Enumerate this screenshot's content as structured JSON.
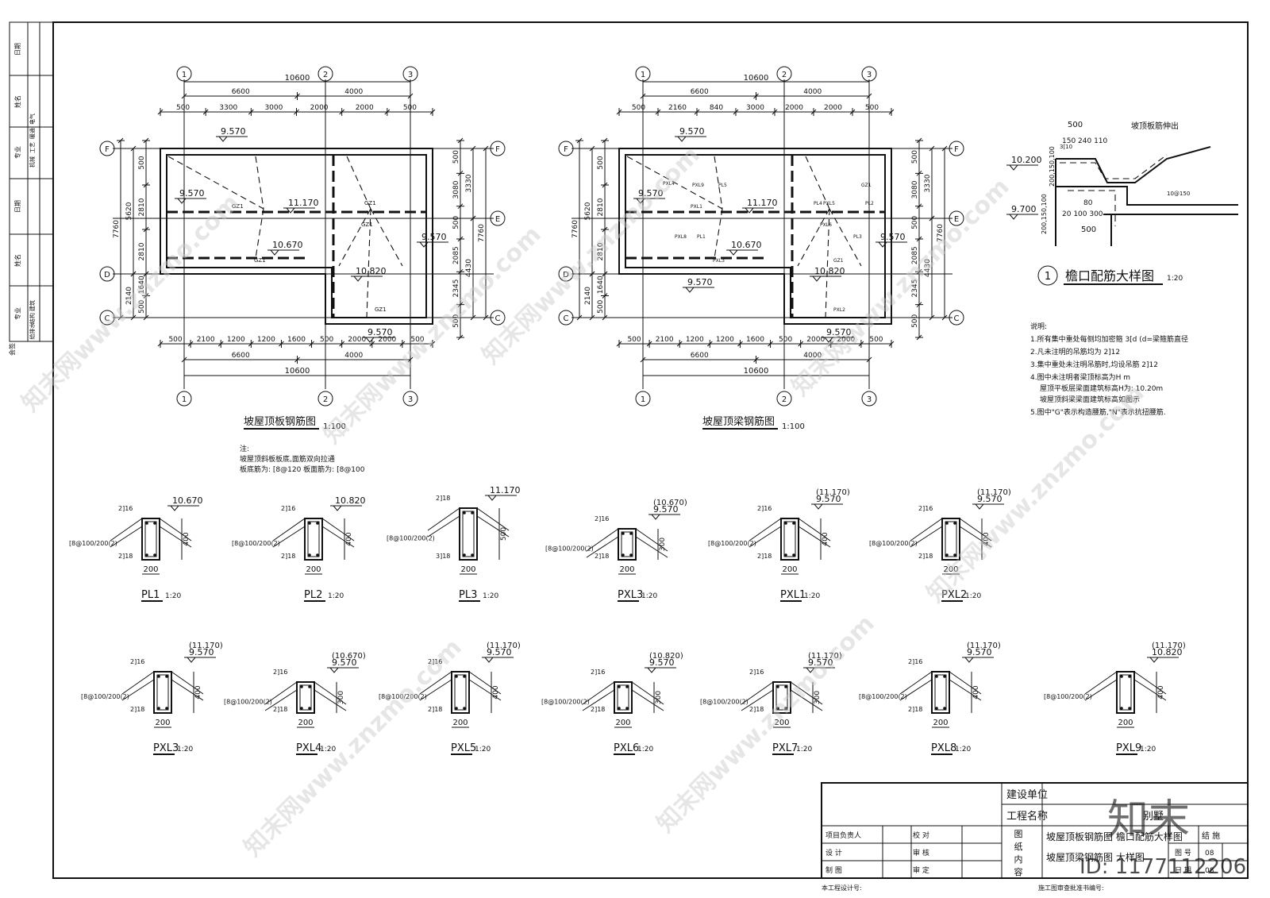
{
  "title_block": {
    "client_label": "建设单位",
    "project_label": "工程名称",
    "project_value": "别墅",
    "content_label": "图纸内容",
    "content_line1": "坡屋顶板钢筋图 檐口配筋大样图",
    "content_line2": "坡屋顶梁钢筋图 大样图",
    "roles": [
      "项目负责人",
      "设 计",
      "制 图"
    ],
    "checks": [
      "校 对",
      "审 核",
      "审 定"
    ],
    "category_value": "结 施",
    "drawing_no_label": "图 号",
    "drawing_no_value": "08",
    "date_label": "日 期",
    "date_value": "08",
    "project_no_label": "本工程设计号:",
    "approval_label": "施工图审查批准书编号:"
  },
  "sign_column": {
    "labels": [
      "日期",
      "姓名",
      "专业",
      "日期",
      "姓名",
      "专业",
      "会签"
    ],
    "trades_top": [
      "电气",
      "暖通",
      "工艺",
      "机械"
    ],
    "trades_bottom": [
      "建筑",
      "结构",
      "给排水"
    ]
  },
  "plan_left": {
    "title": "坡屋顶板钢筋图",
    "scale": "1:100",
    "axes_top": [
      "1",
      "2",
      "3"
    ],
    "axes_side": [
      "F",
      "E",
      "D",
      "C"
    ],
    "dims_top_total": "10600",
    "dims_top_mid": [
      "6600",
      "4000"
    ],
    "dims_top_detail": [
      "500",
      "3300",
      "3000",
      "2000",
      "2000",
      "500"
    ],
    "dims_bottom_detail": [
      "500",
      "2100",
      "1200",
      "1200",
      "1600",
      "500",
      "2000",
      "2000",
      "500"
    ],
    "dims_bottom_mid": [
      "6600",
      "4000"
    ],
    "dims_bottom_total": "10600",
    "dims_left": [
      "7760",
      "5620",
      "2140",
      "2810",
      "2810",
      "1640",
      "500",
      "500"
    ],
    "dims_right": [
      "7760",
      "3330",
      "4430",
      "500",
      "3080",
      "500",
      "2085",
      "2345",
      "500"
    ],
    "elevations": [
      "9.570",
      "9.570",
      "11.170",
      "10.670",
      "10.820",
      "9.570",
      "9.570"
    ],
    "tags": [
      "GZ1",
      "GZ1",
      "GZ1",
      "GZ1",
      "GZ1"
    ],
    "notes": [
      "注:",
      "坡屋顶斜板板底,面筋双向拉通",
      "板底筋为: [8@120 板面筋为: [8@100"
    ]
  },
  "plan_right": {
    "title": "坡屋顶梁钢筋图",
    "scale": "1:100",
    "axes_top": [
      "1",
      "2",
      "3"
    ],
    "axes_side": [
      "F",
      "E",
      "D",
      "C"
    ],
    "dims_top_total": "10600",
    "dims_top_mid": [
      "6600",
      "4000"
    ],
    "dims_top_detail": [
      "500",
      "2160",
      "840",
      "3000",
      "2000",
      "2000",
      "500"
    ],
    "dims_bottom_detail": [
      "500",
      "2100",
      "1200",
      "1200",
      "1600",
      "500",
      "2000",
      "2000",
      "500"
    ],
    "dims_bottom_mid": [
      "6600",
      "4000"
    ],
    "dims_bottom_total": "10600",
    "dims_left": [
      "7760",
      "5620",
      "2140",
      "2810",
      "2810",
      "1640",
      "500",
      "500"
    ],
    "dims_right": [
      "7760",
      "3330",
      "4430",
      "500",
      "3080",
      "500",
      "2085",
      "2345",
      "500"
    ],
    "elevations": [
      "9.570",
      "9.570",
      "11.170",
      "10.670",
      "10.820",
      "9.570",
      "9.570",
      "9.570"
    ],
    "tags": [
      "PXL1",
      "PXL3",
      "PXL5",
      "PXL6",
      "PXL2",
      "PXL4",
      "PXL8",
      "PXL9",
      "PL1",
      "PL2",
      "PL3",
      "PL4",
      "PL5",
      "GZ1",
      "GZ1"
    ]
  },
  "eave_detail": {
    "title": "檐口配筋大样图",
    "scale": "1:20",
    "num": "1",
    "labels": [
      "500",
      "150",
      "240",
      "110",
      "10.200",
      "9.700",
      "80",
      "20",
      "100",
      "300",
      "500",
      "200,150,100",
      "200,150,100",
      "坡顶板筋伸出",
      "10@150",
      "3[10"
    ]
  },
  "notes": {
    "heading": "说明:",
    "items": [
      "1.所有集中重处每侧均加密箍 3[d  (d=梁箍筋直径",
      "2.凡未注明的吊筋均为 2]12",
      "3.集中重处未注明吊筋时,均设吊筋 2]12",
      "4.图中未注明者梁顶标高为H m",
      "屋顶平板层梁面建筑标高H为: 10.20m",
      "坡屋顶斜梁梁面建筑标高如图示",
      "5.图中\"G\"表示构造腰筋,\"N\"表示抗扭腰筋."
    ]
  },
  "sections_row1": [
    {
      "name": "PL1",
      "scale": "1:20",
      "elev": "10.670",
      "elev2": "",
      "depth": "400",
      "width": "200",
      "top": "2]16",
      "bot": "2]18",
      "stirrup": "[8@100/200(2)"
    },
    {
      "name": "PL2",
      "scale": "1:20",
      "elev": "10.820",
      "elev2": "",
      "depth": "400",
      "width": "200",
      "top": "2]16",
      "bot": "2]18",
      "stirrup": "[8@100/200(2)"
    },
    {
      "name": "PL3",
      "scale": "1:20",
      "elev": "11.170",
      "elev2": "",
      "depth": "500",
      "width": "200",
      "top": "2]18",
      "bot": "3]18",
      "stirrup": "[8@100/200(2)"
    },
    {
      "name": "PXL3",
      "scale": "1:20",
      "elev": "(10.670)",
      "elev2": "9.570",
      "depth": "300",
      "width": "200",
      "top": "2]16",
      "bot": "2]18",
      "stirrup": "[8@100/200(2)"
    },
    {
      "name": "PXL1",
      "scale": "1:20",
      "elev": "(11.170)",
      "elev2": "9.570",
      "depth": "400",
      "width": "200",
      "top": "2]16",
      "bot": "2]18",
      "stirrup": "[8@100/200(2)"
    },
    {
      "name": "PXL2",
      "scale": "1:20",
      "elev": "(11.170)",
      "elev2": "9.570",
      "depth": "400",
      "width": "200",
      "top": "2]16",
      "bot": "2]18",
      "stirrup": "[8@100/200(2)"
    }
  ],
  "sections_row2": [
    {
      "name": "PXL3",
      "scale": "1:20",
      "elev": "(11.170)",
      "elev2": "9.570",
      "depth": "400",
      "width": "200",
      "top": "2]16",
      "bot": "2]18",
      "stirrup": "[8@100/200(2)"
    },
    {
      "name": "PXL4",
      "scale": "1:20",
      "elev": "(10.670)",
      "elev2": "9.570",
      "depth": "300",
      "width": "200",
      "top": "2]16",
      "bot": "2]18",
      "stirrup": "[8@100/200(2)"
    },
    {
      "name": "PXL5",
      "scale": "1:20",
      "elev": "(11.170)",
      "elev2": "9.570",
      "depth": "400",
      "width": "200",
      "top": "2]16",
      "bot": "2]18",
      "stirrup": "[8@100/200(2)"
    },
    {
      "name": "PXL6",
      "scale": "1:20",
      "elev": "(10.820)",
      "elev2": "9.570",
      "depth": "300",
      "width": "200",
      "top": "2]16",
      "bot": "2]18",
      "stirrup": "[8@100/200(2)"
    },
    {
      "name": "PXL7",
      "scale": "1:20",
      "elev": "(11.170)",
      "elev2": "9.570",
      "depth": "300",
      "width": "200",
      "top": "2]16",
      "bot": "2]18",
      "stirrup": "[8@100/200(2)"
    },
    {
      "name": "PXL8",
      "scale": "1:20",
      "elev": "(11.170)",
      "elev2": "9.570",
      "depth": "400",
      "width": "200",
      "top": "2]16",
      "bot": "2]18",
      "stirrup": "[8@100/200(2)"
    },
    {
      "name": "PXL9",
      "scale": "1:20",
      "elev": "(11.170)",
      "elev2": "10.820",
      "depth": "400",
      "width": "200",
      "top": "",
      "bot": "",
      "stirrup": "[8@100/200(2)"
    }
  ],
  "watermark": {
    "text": "知末网www.znzmo.com",
    "logo": "知末",
    "id": "ID: 1177112206"
  }
}
